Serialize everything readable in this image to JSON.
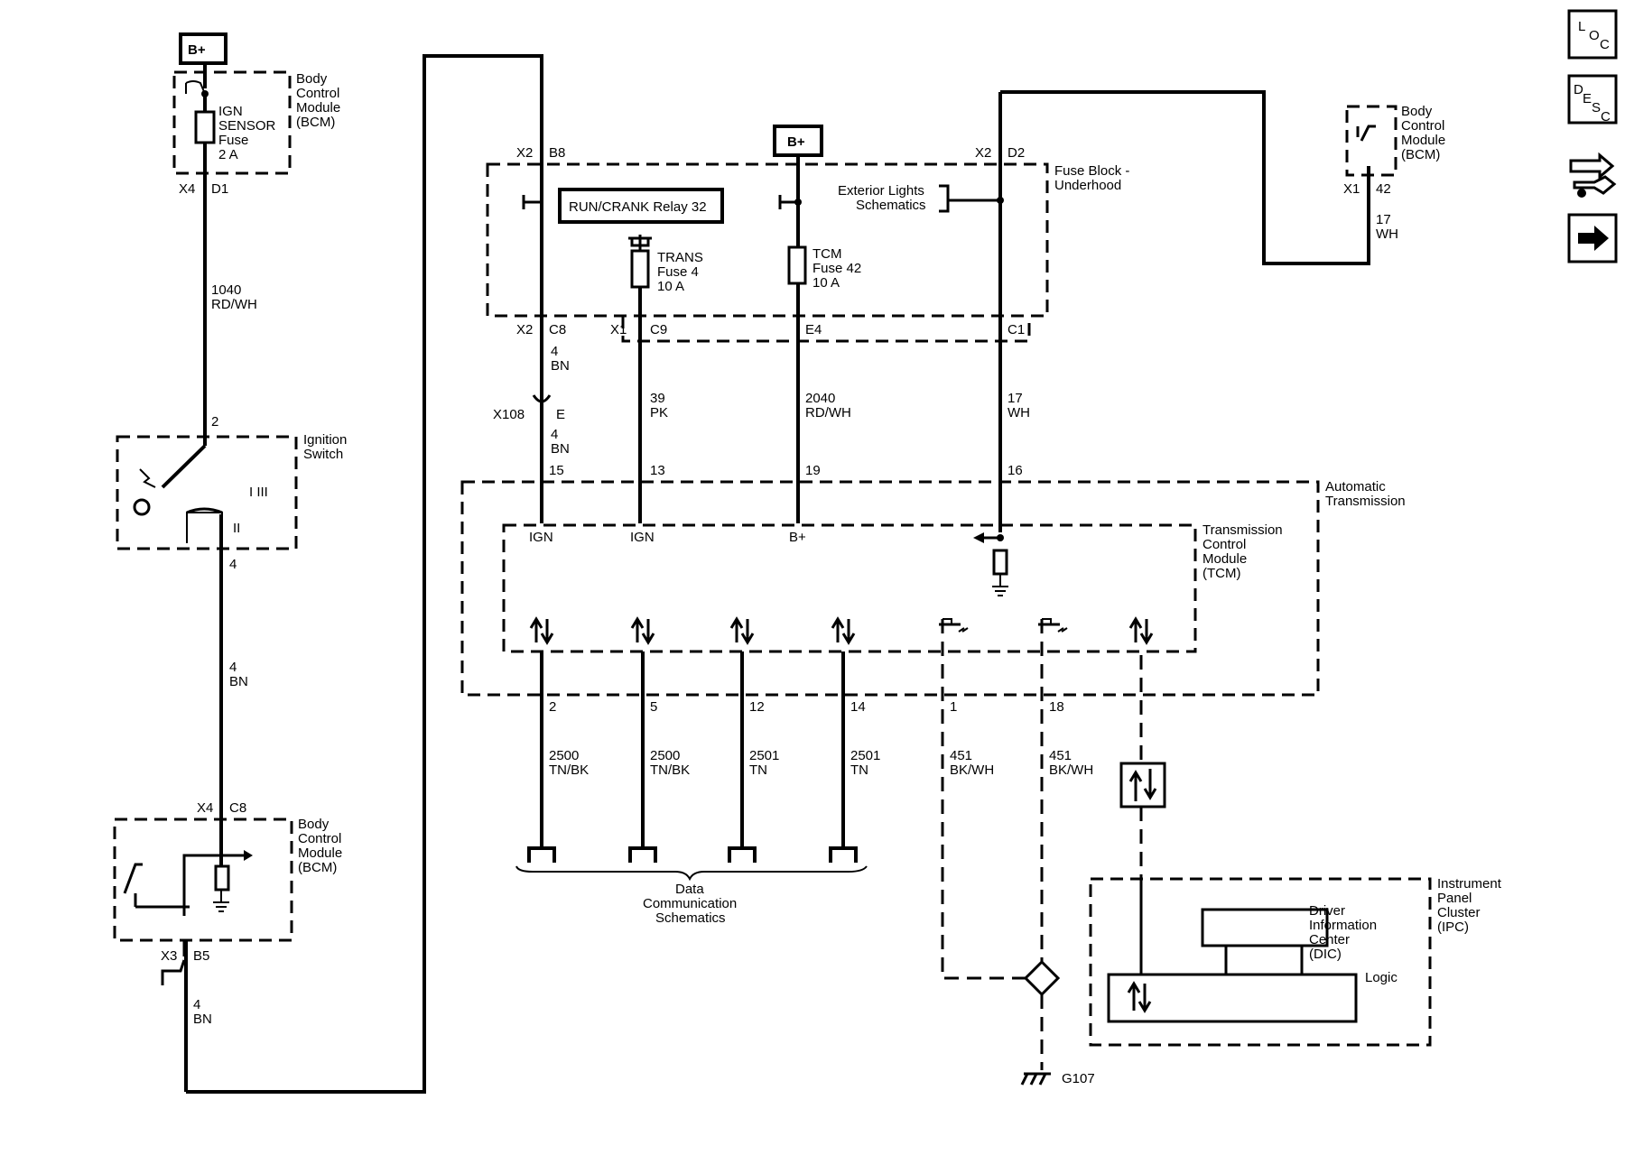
{
  "nav": {
    "loc": {
      "l1": "L",
      "l2": "O",
      "l3": "C"
    },
    "desc": {
      "l1": "D",
      "l2": "E",
      "l3": "S",
      "l4": "C"
    }
  },
  "power": {
    "bplus": "B+"
  },
  "bcm_top": {
    "name": [
      "Body",
      "Control",
      "Module",
      "(BCM)"
    ],
    "fuse": [
      "IGN",
      "SENSOR",
      "Fuse",
      "2 A"
    ],
    "conn": "X4",
    "pin": "D1"
  },
  "wire_1040": {
    "num": "1040",
    "color": "RD/WH"
  },
  "ignition": {
    "pin_top": "2",
    "pin_bottom": "4",
    "name": [
      "Ignition",
      "Switch"
    ],
    "pos_iii": "I III",
    "pos_ii": "II"
  },
  "wire_4bn_left": {
    "num": "4",
    "color": "BN"
  },
  "bcm_bottom": {
    "name": [
      "Body",
      "Control",
      "Module",
      "(BCM)"
    ],
    "conn_top": "X4",
    "pin_top": "C8",
    "conn_bottom": "X3",
    "pin_bottom": "B5"
  },
  "wire_4bn_bottom": {
    "num": "4",
    "color": "BN"
  },
  "fuse_block": {
    "name": [
      "Fuse Block -",
      "Underhood"
    ],
    "conn_b8": "X2",
    "pin_b8": "B8",
    "conn_d2": "X2",
    "pin_d2": "D2",
    "relay": "RUN/CRANK Relay 32",
    "trans_fuse": [
      "TRANS",
      "Fuse 4",
      "10 A"
    ],
    "tcm_fuse": [
      "TCM",
      "Fuse 42",
      "10 A"
    ],
    "ext_lights": [
      "Exterior Lights",
      "Schematics"
    ],
    "conn_c8": "X2",
    "pin_c8": "C8",
    "conn_c9": "X1",
    "pin_c9": "C9",
    "pin_e4": "E4",
    "pin_c1": "C1"
  },
  "bcm_right": {
    "name": [
      "Body",
      "Control",
      "Module",
      "(BCM)"
    ],
    "conn": "X1",
    "pin": "42",
    "wire_num": "17",
    "wire_color": "WH"
  },
  "wires_mid": {
    "w1": {
      "num": "4",
      "color": "BN"
    },
    "splice": "X108",
    "splice_pin": "E",
    "w1b": {
      "num": "4",
      "color": "BN"
    },
    "w2": {
      "num": "39",
      "color": "PK"
    },
    "w3": {
      "num": "2040",
      "color": "RD/WH"
    },
    "w4": {
      "num": "17",
      "color": "WH"
    }
  },
  "auto_trans": {
    "name": [
      "Automatic",
      "Transmission"
    ],
    "pins_top": [
      "15",
      "13",
      "19",
      "16"
    ],
    "tcm_name": [
      "Transmission",
      "Control",
      "Module",
      "(TCM)"
    ],
    "inputs": [
      "IGN",
      "IGN",
      "B+"
    ],
    "pins_bottom": [
      "2",
      "5",
      "12",
      "14",
      "1",
      "18"
    ]
  },
  "bottom_wires": [
    {
      "num": "2500",
      "color": "TN/BK"
    },
    {
      "num": "2500",
      "color": "TN/BK"
    },
    {
      "num": "2501",
      "color": "TN"
    },
    {
      "num": "2501",
      "color": "TN"
    },
    {
      "num": "451",
      "color": "BK/WH"
    },
    {
      "num": "451",
      "color": "BK/WH"
    }
  ],
  "data_comm": [
    "Data",
    "Communication",
    "Schematics"
  ],
  "ground": "G107",
  "ipc": {
    "name": [
      "Instrument",
      "Panel",
      "Cluster",
      "(IPC)"
    ],
    "dic": [
      "Driver",
      "Information",
      "Center",
      "(DIC)"
    ],
    "logic": "Logic"
  }
}
